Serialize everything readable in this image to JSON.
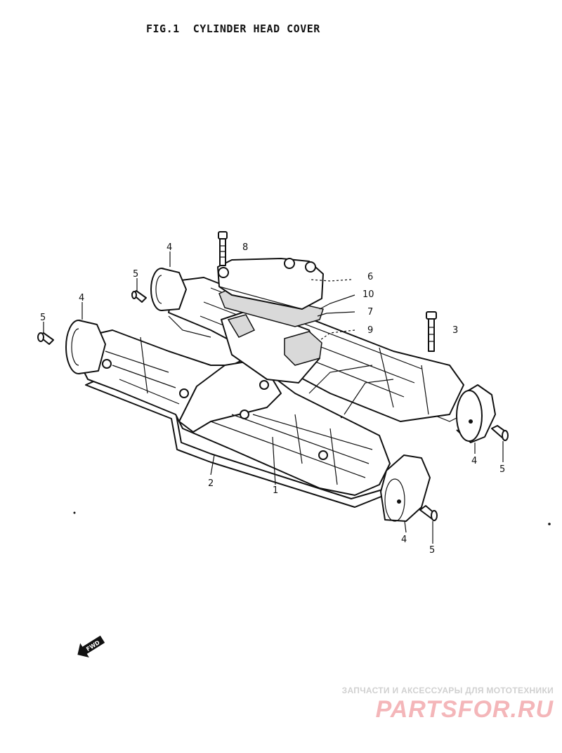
{
  "figure": {
    "title": "FIG.1  CYLINDER HEAD COVER"
  },
  "parts": [
    {
      "id": "label-8",
      "number": "8",
      "name": "bolt"
    },
    {
      "id": "label-6",
      "number": "6",
      "name": "breather cover"
    },
    {
      "id": "label-10",
      "number": "10",
      "name": "gasket"
    },
    {
      "id": "label-7",
      "number": "7",
      "name": "gasket"
    },
    {
      "id": "label-9",
      "number": "9",
      "name": "breather plate"
    },
    {
      "id": "label-3",
      "number": "3",
      "name": "bolt"
    },
    {
      "id": "label-1",
      "number": "1",
      "name": "cylinder head cover"
    },
    {
      "id": "label-2",
      "number": "2",
      "name": "gasket"
    },
    {
      "id": "label-4a",
      "number": "4",
      "name": "end cap"
    },
    {
      "id": "label-4b",
      "number": "4",
      "name": "end cap"
    },
    {
      "id": "label-4c",
      "number": "4",
      "name": "end cap"
    },
    {
      "id": "label-4d",
      "number": "4",
      "name": "end cap"
    },
    {
      "id": "label-5a",
      "number": "5",
      "name": "screw"
    },
    {
      "id": "label-5b",
      "number": "5",
      "name": "screw"
    },
    {
      "id": "label-5c",
      "number": "5",
      "name": "screw"
    },
    {
      "id": "label-5d",
      "number": "5",
      "name": "screw"
    }
  ],
  "fwd_indicator": {
    "label": "FWD"
  },
  "watermark": {
    "tagline": "ЗАПЧАСТИ И АКСЕССУАРЫ ДЛЯ МОТОТЕХНИКИ",
    "logo": "PARTSFOR.RU"
  },
  "colors": {
    "ink": "#111111",
    "background": "#ffffff",
    "watermark_red": "#e0303a",
    "watermark_gray": "#7a7a7a"
  }
}
